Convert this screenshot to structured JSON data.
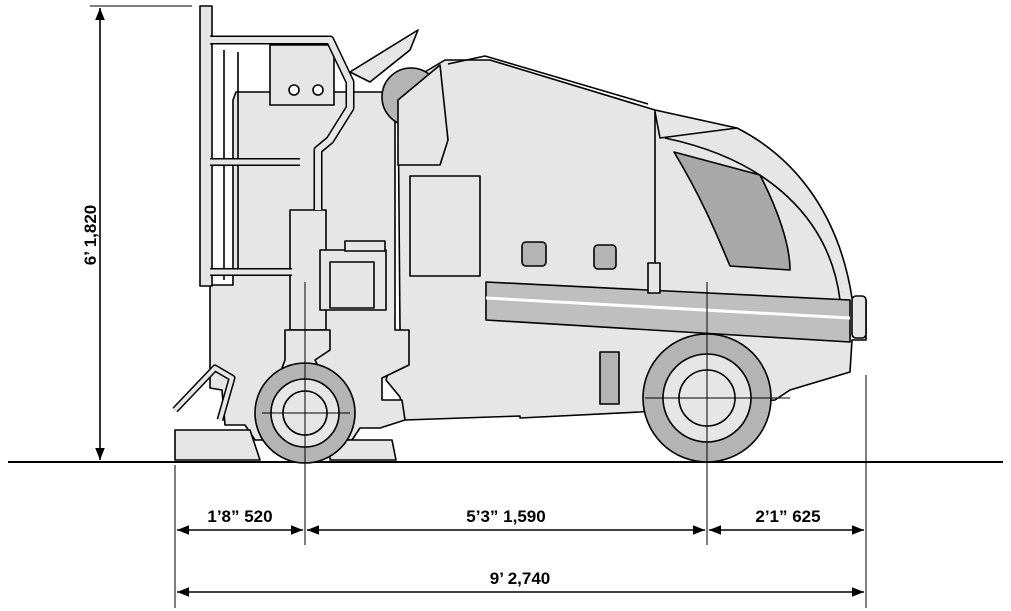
{
  "diagram": {
    "subject": "sweeper-side-view",
    "colors": {
      "body": "#e6e6e6",
      "body_dark": "#bdbdbd",
      "tire": "#b4b4b4",
      "window": "#a8a8a8",
      "stripe": "#bfbfbf",
      "stroke": "#000000"
    },
    "dimensions": {
      "height": "6’ 1,820",
      "front_overhang": "1’8”  520",
      "wheelbase": "5’3”  1,590",
      "rear_overhang": "2’1”  625",
      "overall_length": "9’  2,740"
    }
  }
}
